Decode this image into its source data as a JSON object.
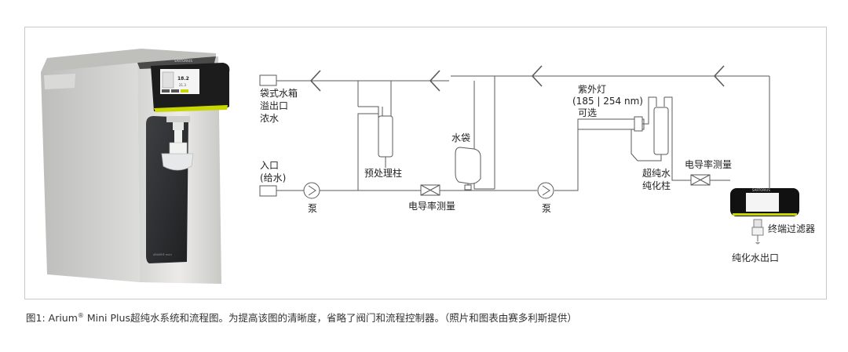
{
  "device": {
    "brand_text": "SARTORIUS",
    "display_value": "18.2",
    "display_sub": "21.3",
    "model_text": "ARIUM® mini"
  },
  "labels": {
    "bag_overflow": [
      "袋式水箱",
      "溢出口",
      "浓水"
    ],
    "inlet": [
      "入口",
      "(给水)"
    ],
    "pump1": "泵",
    "pretreatment": "预处理柱",
    "conductivity1": "电导率测量",
    "water_bag": "水袋",
    "pump2": "泵",
    "uv_lamp": [
      "紫外灯",
      "(185 | 254 nm)",
      "可选"
    ],
    "ultrapure_column": [
      "超纯水",
      "纯化柱"
    ],
    "conductivity2": "电导率测量",
    "final_filter": "终端过滤器",
    "outlet": "纯化水出口"
  },
  "caption": {
    "prefix": "图1:  Arium",
    "reg": "®",
    "rest": " Mini Plus超纯水系统和流程图。为提高该图的清晰度，省略了阀门和流程控制器。（照片和图表由赛多利斯提供）"
  }
}
